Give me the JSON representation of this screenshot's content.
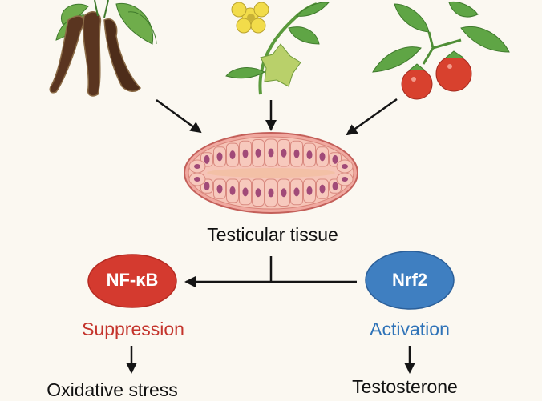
{
  "diagram": {
    "plants": [
      {
        "name": "brown-seed-pods-plant"
      },
      {
        "name": "yellow-flower-plant"
      },
      {
        "name": "red-berry-plant"
      }
    ],
    "tissue": {
      "label": "Testicular tissue"
    },
    "pathways": {
      "left": {
        "node": "NF-κB",
        "effect": "Suppression",
        "outcome": "Oxidative stress",
        "color": "#d43a2f",
        "text_color": "#c4342c"
      },
      "right": {
        "node": "Nrf2",
        "effect": "Activation",
        "outcome": "Testosterone",
        "color": "#3f7fc1",
        "text_color": "#2f73b8"
      }
    }
  }
}
